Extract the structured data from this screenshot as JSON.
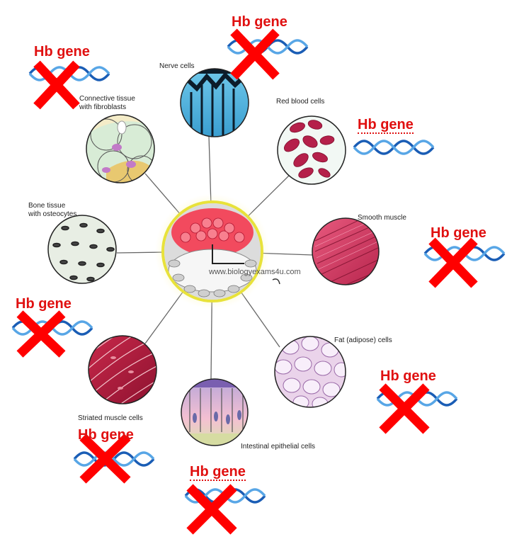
{
  "center": {
    "watermark": "www.biologyexams4u.com"
  },
  "cells": [
    {
      "id": "nerve",
      "label": "Nerve cells",
      "has_hb": false
    },
    {
      "id": "rbc",
      "label": "Red blood cells",
      "has_hb": true
    },
    {
      "id": "smooth",
      "label": "Smooth muscle",
      "has_hb": false
    },
    {
      "id": "fat",
      "label": "Fat (adipose) cells",
      "has_hb": false
    },
    {
      "id": "intestinal",
      "label": "Intestinal epithelial cells",
      "has_hb": false
    },
    {
      "id": "striated",
      "label": "Striated muscle cells",
      "has_hb": false
    },
    {
      "id": "bone",
      "label_line1": "Bone tissue",
      "label_line2": "with osteocytes",
      "has_hb": false
    },
    {
      "id": "connective",
      "label_line1": "Connective tissue",
      "label_line2": "with fibroblasts",
      "has_hb": false
    }
  ],
  "gene_label": "Hb gene",
  "colors": {
    "gene_text": "#e01010",
    "cross": "#ff0000",
    "dna_a": "#1a5db5",
    "dna_b": "#58a6e6"
  }
}
